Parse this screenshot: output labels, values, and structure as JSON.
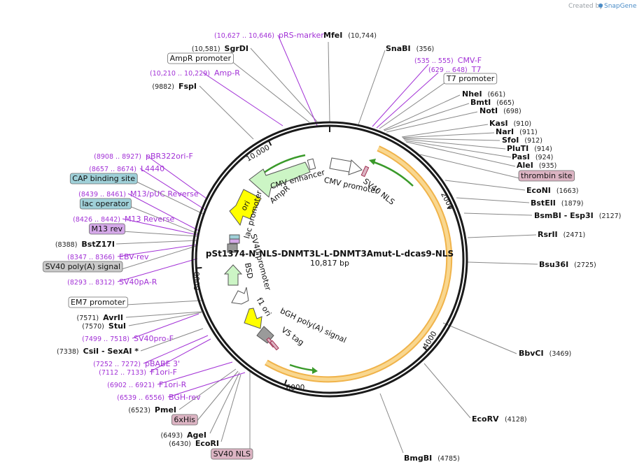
{
  "credit": {
    "prefix": "Created by",
    "brand": "SnapGene"
  },
  "plasmid": {
    "name": "pSt1374-N-NLS-DNMT3L-L-DNMT3Amut-L-dcas9-NLS",
    "size": "10,817 bp",
    "length": 10817
  },
  "ticks": [
    {
      "label": "2000",
      "pos": 2000
    },
    {
      "label": "4000",
      "pos": 4000
    },
    {
      "label": "6000",
      "pos": 6000
    },
    {
      "label": "8000",
      "pos": 8000
    },
    {
      "label": "10,000",
      "pos": 10000
    }
  ],
  "sites": [
    {
      "id": "mfei",
      "name": "MfeI",
      "pos_text": "(10,744)",
      "type": "enzyme"
    },
    {
      "id": "snabi",
      "name": "SnaBI",
      "pos_text": "(356)",
      "type": "enzyme"
    },
    {
      "id": "cmv-f",
      "name": "CMV-F",
      "pos_text": "(535 .. 555)",
      "type": "primer"
    },
    {
      "id": "t7",
      "name": "T7",
      "pos_text": "(629 .. 648)",
      "type": "primer"
    },
    {
      "id": "t7-promoter",
      "name": "T7 promoter",
      "pos_text": "",
      "type": "box",
      "fill": "#ffffff"
    },
    {
      "id": "nhei",
      "name": "NheI",
      "pos_text": "(661)",
      "type": "enzyme"
    },
    {
      "id": "bmti",
      "name": "BmtI",
      "pos_text": "(665)",
      "type": "enzyme"
    },
    {
      "id": "noti",
      "name": "NotI",
      "pos_text": "(698)",
      "type": "enzyme"
    },
    {
      "id": "kasi",
      "name": "KasI",
      "pos_text": "(910)",
      "type": "enzyme"
    },
    {
      "id": "nari",
      "name": "NarI",
      "pos_text": "(911)",
      "type": "enzyme"
    },
    {
      "id": "sfoi",
      "name": "SfoI",
      "pos_text": "(912)",
      "type": "enzyme"
    },
    {
      "id": "pluti",
      "name": "PluTI",
      "pos_text": "(914)",
      "type": "enzyme"
    },
    {
      "id": "pasi",
      "name": "PasI",
      "pos_text": "(924)",
      "type": "enzyme"
    },
    {
      "id": "alei",
      "name": "AleI",
      "pos_text": "(935)",
      "type": "enzyme"
    },
    {
      "id": "thrombin-site",
      "name": "thrombin site",
      "pos_text": "",
      "type": "box",
      "fill": "#dcb4c3"
    },
    {
      "id": "econi",
      "name": "EcoNI",
      "pos_text": "(1663)",
      "type": "enzyme"
    },
    {
      "id": "bsteii",
      "name": "BstEII",
      "pos_text": "(1879)",
      "type": "enzyme"
    },
    {
      "id": "bsmbi",
      "name": "BsmBI - Esp3I",
      "pos_text": "(2127)",
      "type": "enzyme"
    },
    {
      "id": "rsrii",
      "name": "RsrII",
      "pos_text": "(2471)",
      "type": "enzyme"
    },
    {
      "id": "bsu36i",
      "name": "Bsu36I",
      "pos_text": "(2725)",
      "type": "enzyme"
    },
    {
      "id": "bbvci",
      "name": "BbvCI",
      "pos_text": "(3469)",
      "type": "enzyme"
    },
    {
      "id": "ecorv",
      "name": "EcoRV",
      "pos_text": "(4128)",
      "type": "enzyme"
    },
    {
      "id": "bmgbi",
      "name": "BmgBI",
      "pos_text": "(4785)",
      "type": "enzyme"
    },
    {
      "id": "sv40-nls-box",
      "name": "SV40 NLS",
      "pos_text": "",
      "type": "box",
      "fill": "#dcb4c3"
    },
    {
      "id": "ecori",
      "name": "EcoRI",
      "pos_text": "(6430)",
      "type": "enzyme"
    },
    {
      "id": "agei",
      "name": "AgeI",
      "pos_text": "(6493)",
      "type": "enzyme"
    },
    {
      "id": "6xhis",
      "name": "6xHis",
      "pos_text": "",
      "type": "box",
      "fill": "#dcb4c3"
    },
    {
      "id": "pmei",
      "name": "PmeI",
      "pos_text": "(6523)",
      "type": "enzyme"
    },
    {
      "id": "bgh-rev",
      "name": "BGH-rev",
      "pos_text": "(6539 .. 6556)",
      "type": "primer"
    },
    {
      "id": "f1ori-r",
      "name": "F1ori-R",
      "pos_text": "(6902 .. 6921)",
      "type": "primer"
    },
    {
      "id": "f1ori-f",
      "name": "F1ori-F",
      "pos_text": "(7112 .. 7133)",
      "type": "primer"
    },
    {
      "id": "pbabe-3",
      "name": "pBABE 3'",
      "pos_text": "(7252 .. 7272)",
      "type": "primer"
    },
    {
      "id": "csii",
      "name": "CsiI - SexAI *",
      "pos_text": "(7338)",
      "type": "enzyme"
    },
    {
      "id": "sv40pro-f",
      "name": "SV40pro-F",
      "pos_text": "(7499 .. 7518)",
      "type": "primer"
    },
    {
      "id": "stui",
      "name": "StuI",
      "pos_text": "(7570)",
      "type": "enzyme"
    },
    {
      "id": "avrii",
      "name": "AvrII",
      "pos_text": "(7571)",
      "type": "enzyme"
    },
    {
      "id": "em7-promoter",
      "name": "EM7 promoter",
      "pos_text": "",
      "type": "box",
      "fill": "#ffffff"
    },
    {
      "id": "sv40pa-r",
      "name": "SV40pA-R",
      "pos_text": "(8293 .. 8312)",
      "type": "primer"
    },
    {
      "id": "sv40-polya",
      "name": "SV40 poly(A) signal",
      "pos_text": "",
      "type": "box",
      "fill": "#c9c9c9"
    },
    {
      "id": "ebv-rev",
      "name": "EBV-rev",
      "pos_text": "(8347 .. 8366)",
      "type": "primer"
    },
    {
      "id": "bstz17i",
      "name": "BstZ17I",
      "pos_text": "(8388)",
      "type": "enzyme"
    },
    {
      "id": "m13-rev",
      "name": "M13 rev",
      "pos_text": "",
      "type": "box",
      "fill": "#d4a8e8"
    },
    {
      "id": "m13-reverse",
      "name": "M13 Reverse",
      "pos_text": "(8426 .. 8442)",
      "type": "primer"
    },
    {
      "id": "lac-operator",
      "name": "lac operator",
      "pos_text": "",
      "type": "box",
      "fill": "#9fd0d8"
    },
    {
      "id": "m13-puc-reverse",
      "name": "M13/pUC Reverse",
      "pos_text": "(8439 .. 8461)",
      "type": "primer"
    },
    {
      "id": "cap-binding-site",
      "name": "CAP binding site",
      "pos_text": "",
      "type": "box",
      "fill": "#9fd0d8"
    },
    {
      "id": "l4440",
      "name": "L4440",
      "pos_text": "(8657 .. 8674)",
      "type": "primer"
    },
    {
      "id": "pbr322ori-f",
      "name": "pBR322ori-F",
      "pos_text": "(8908 .. 8927)",
      "type": "primer"
    },
    {
      "id": "fspi",
      "name": "FspI",
      "pos_text": "(9882)",
      "type": "enzyme"
    },
    {
      "id": "amp-r",
      "name": "Amp-R",
      "pos_text": "(10,210 .. 10,229)",
      "type": "primer"
    },
    {
      "id": "ampr-promoter",
      "name": "AmpR promoter",
      "pos_text": "",
      "type": "box",
      "fill": "#ffffff"
    },
    {
      "id": "sgrdi",
      "name": "SgrDI",
      "pos_text": "(10,581)",
      "type": "enzyme"
    },
    {
      "id": "prs-marker",
      "name": "pRS-marker",
      "pos_text": "(10,627 .. 10,646)",
      "type": "primer"
    }
  ],
  "features": [
    {
      "id": "cmv-enhancer",
      "label": "CMV enhancer",
      "color": "#ffffff"
    },
    {
      "id": "cmv-promoter",
      "label": "CMV promoter",
      "color": "#ffffff"
    },
    {
      "id": "sv40-nls",
      "label": "SV40 NLS",
      "color": "#ffffff"
    },
    {
      "id": "dcas9",
      "label": "",
      "color": "#f7c577"
    },
    {
      "id": "ampr",
      "label": "AmpR",
      "color": "#ccf5c5"
    },
    {
      "id": "ori",
      "label": "ori",
      "color": "#ffff00"
    },
    {
      "id": "lac-promoter",
      "label": "lac promoter",
      "color": "#ffffff"
    },
    {
      "id": "sv40-promoter",
      "label": "SV40 promoter",
      "color": "#ffffff"
    },
    {
      "id": "bsd",
      "label": "BSD",
      "color": "#ccf5c5"
    },
    {
      "id": "f1-ori",
      "label": "f1 ori",
      "color": "#ffff00"
    },
    {
      "id": "bgh-polya",
      "label": "bGH poly(A) signal",
      "color": "#c0c0c0"
    },
    {
      "id": "v5-tag",
      "label": "V5 tag",
      "color": "#ffffff"
    }
  ]
}
